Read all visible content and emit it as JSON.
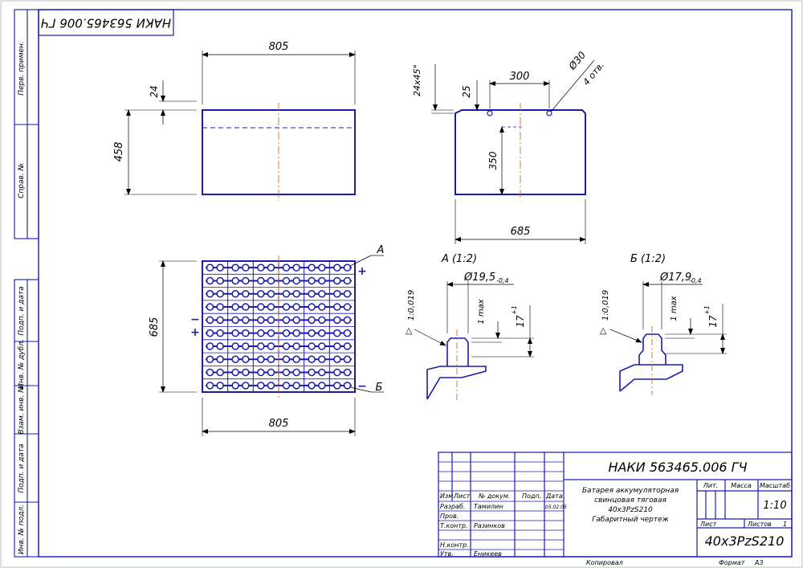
{
  "colors": {
    "outline": "#1a1ab0",
    "dim": "#000000",
    "axis": "#c86400",
    "bg": "#ffffff"
  },
  "top_stamp": "НАКИ 563465.006 ГЧ",
  "side_labels": [
    "Перв. примен.",
    "Справ. №",
    "Подп. и дата",
    "Инв. № дубл.",
    "Взам. инв. №",
    "Подп. и дата",
    "Инв. № подл."
  ],
  "front_view": {
    "width": "805",
    "height": "458",
    "top_offset": "24"
  },
  "side_view": {
    "chamfer": "24x45°",
    "hole_offset": "25",
    "hole_spacing": "300",
    "hole_label": "Ø30",
    "hole_count": "4 отв.",
    "depth": "350",
    "width": "685"
  },
  "plan_view": {
    "width": "805",
    "height": "685",
    "plus_sign": "+",
    "minus_sign": "−",
    "label_a": "А",
    "label_b": "Б"
  },
  "detail_a": {
    "title": "А (1:2)",
    "diameter": "Ø19,5",
    "tol": "-0,4",
    "taper": "1:0,019",
    "max": "1 max",
    "height": "17",
    "height_tol": "+1"
  },
  "detail_b": {
    "title": "Б (1:2)",
    "diameter": "Ø17,9",
    "tol": "-0,4",
    "taper": "1:0,019",
    "max": "1 max",
    "height": "17",
    "height_tol": "+1"
  },
  "title_block": {
    "designation": "НАКИ 563465.006 ГЧ",
    "name_lines": [
      "Батарея аккумуляторная",
      "свинцовая тяговая",
      "40х3PzS210",
      "Габаритный чертеж"
    ],
    "headers": {
      "izm": "Изм.",
      "list": "Лист",
      "doc": "№ докум.",
      "sign": "Подп.",
      "date": "Дата",
      "lit": "Лит.",
      "mass": "Масса",
      "scale": "Масштаб"
    },
    "roles": [
      {
        "role": "Разраб.",
        "name": "Тамилин",
        "date": "05.02.05"
      },
      {
        "role": "Пров.",
        "name": "",
        "date": ""
      },
      {
        "role": "Т.контр.",
        "name": "Разинков",
        "date": ""
      },
      {
        "role": "",
        "name": "",
        "date": ""
      },
      {
        "role": "Н.контр.",
        "name": "",
        "date": ""
      },
      {
        "role": "Утв.",
        "name": "Еникеев",
        "date": ""
      }
    ],
    "scale_value": "1:10",
    "sheet_label": "Лист",
    "sheets_label": "Листов",
    "sheets_value": "1",
    "model": "40х3PzS210",
    "copied": "Копировал",
    "format_label": "Формат",
    "format_value": "А3"
  }
}
